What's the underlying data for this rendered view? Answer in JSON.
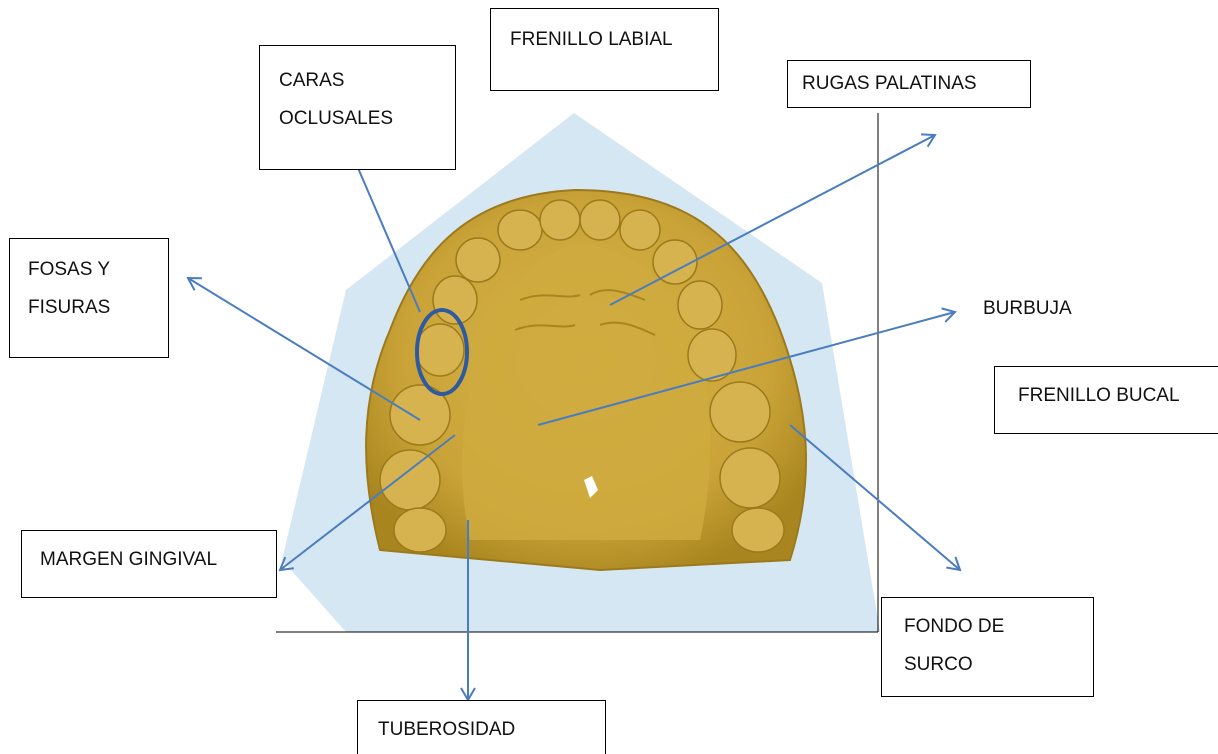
{
  "colors": {
    "hexagon_background": "#d6e7f4",
    "cast_base": "#c9a337",
    "cast_shadow": "#9c7a1c",
    "cast_highlight": "#e2c460",
    "arrow": "#4a7cc0",
    "circle_marker": "#2d5aa0",
    "box_border": "#000000"
  },
  "image": {
    "subject": "upper-dental-cast-icon"
  },
  "labels": {
    "frenillo_labial": "FRENILLO LABIAL",
    "caras_oclusales_line1": "CARAS",
    "caras_oclusales_line2": "OCLUSALES",
    "rugas_palatinas": "RUGAS PALATINAS",
    "fosas_y_fisuras_line1": "FOSAS Y",
    "fosas_y_fisuras_line2": "FISURAS",
    "burbuja": "BURBUJA",
    "frenillo_bucal": "FRENILLO BUCAL",
    "margen_gingival": "MARGEN GINGIVAL",
    "fondo_de_surco_line1": "FONDO DE",
    "fondo_de_surco_line2": "SURCO",
    "tuberosidad": "TUBEROSIDAD"
  }
}
